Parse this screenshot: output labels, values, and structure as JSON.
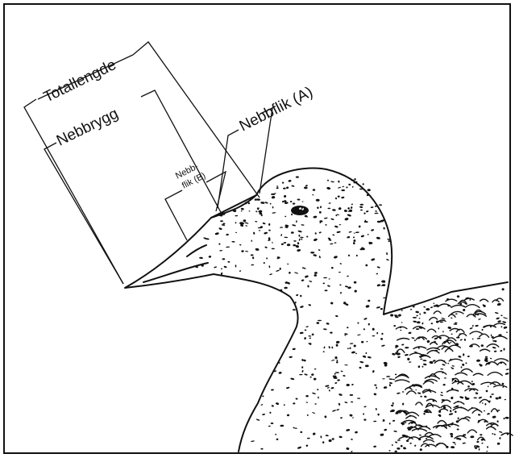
{
  "labels": {
    "total_length": "Totallengde",
    "bill_ridge": "Nebbrygg",
    "bill_lobe_a": "Nebbflik (A)",
    "bill_lobe_b_line1": "Nebb-",
    "bill_lobe_b_line2": "flik (B)"
  },
  "colors": {
    "ink": "#111111",
    "background": "#ffffff"
  }
}
